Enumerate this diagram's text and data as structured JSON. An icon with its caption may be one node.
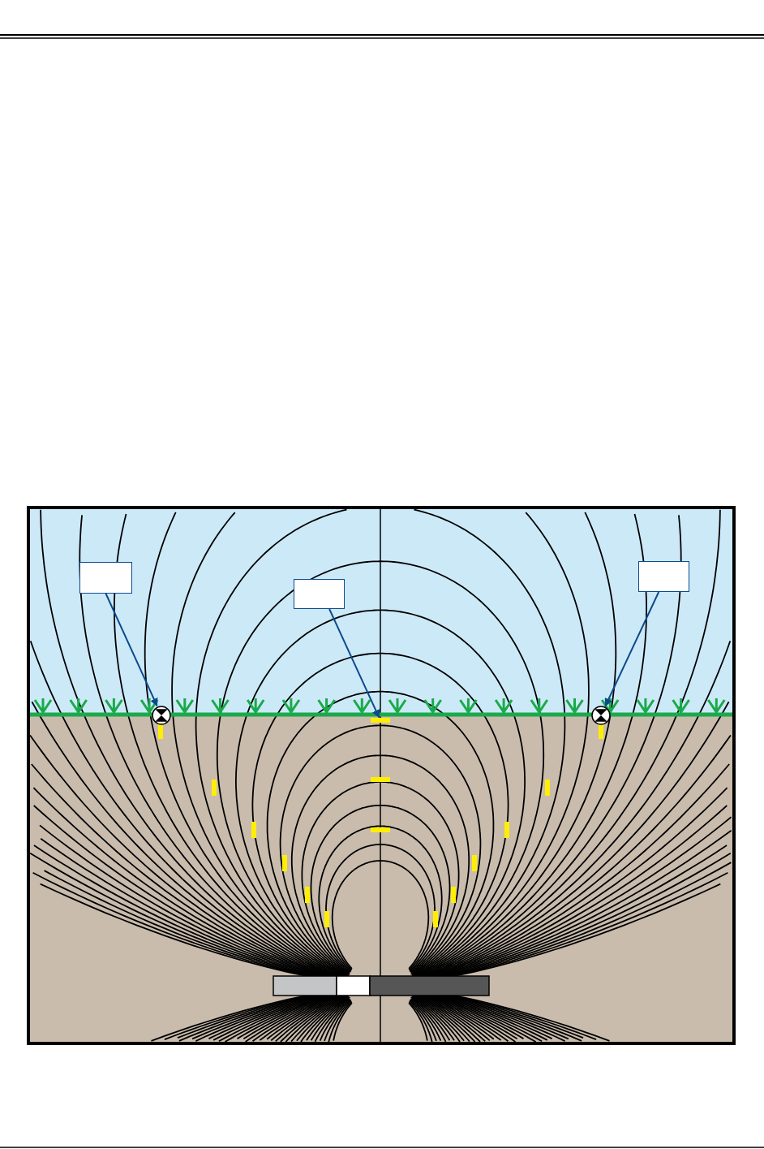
{
  "diagram": {
    "nodes": [
      {
        "text": [],
        "shape": "box"
      },
      {
        "text": [],
        "shape": "box"
      },
      {
        "text": [],
        "shape": "box"
      },
      {
        "text": [],
        "shape": "circle"
      },
      {
        "text": [],
        "shape": "bar"
      },
      {
        "text": [],
        "shape": "circle"
      }
    ],
    "edges": [
      {
        "from": 0,
        "to": 3,
        "arrow": "to"
      },
      {
        "from": 1,
        "to": 4,
        "arrow": "to"
      },
      {
        "from": 2,
        "to": 5,
        "arrow": "to"
      }
    ]
  }
}
